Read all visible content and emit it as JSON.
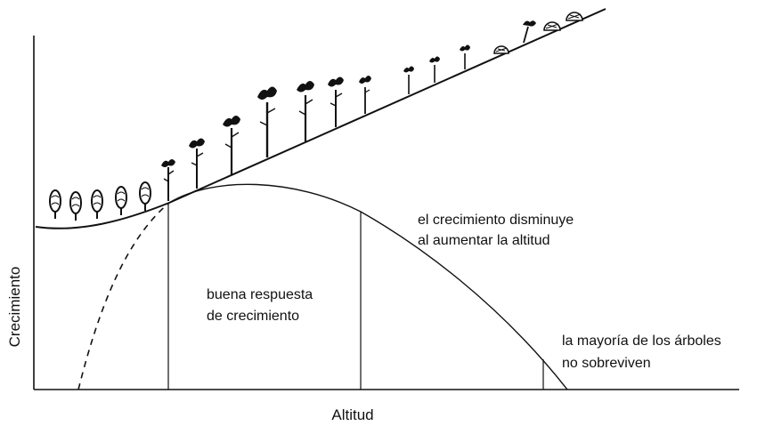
{
  "axes": {
    "x_label": "Altitud",
    "y_label": "Crecimiento"
  },
  "annotations": {
    "decline_line1": "el crecimiento disminuye",
    "decline_line2": "al aumentar la altitud",
    "good_line1": "buena respuesta",
    "good_line2": "de crecimiento",
    "survival_line1": "la mayoría de los árboles",
    "survival_line2": "no sobreviven"
  },
  "colors": {
    "ink": "#111111",
    "background": "#ffffff"
  },
  "icons": {
    "small_tree": "broadleaf-tree-icon",
    "tall_tree": "tall-tree-icon",
    "dead_tree": "fallen-tree-icon"
  }
}
